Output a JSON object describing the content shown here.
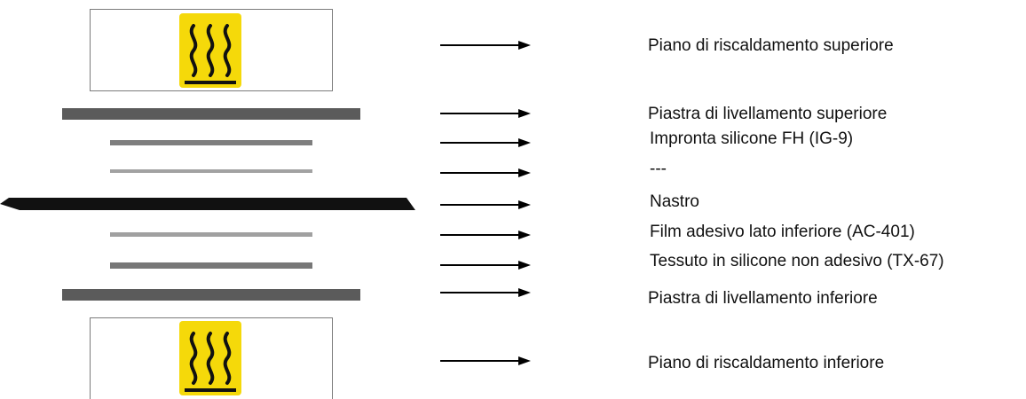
{
  "diagram": {
    "icon_color": "#f5d90a",
    "layers": [
      {
        "id": "heater-top",
        "label": "Piano di riscaldamento superiore",
        "icon": "hot-surface-icon"
      },
      {
        "id": "plate-top",
        "label": "Piastra di livellamento superiore"
      },
      {
        "id": "impression",
        "label": "Impronta silicone FH (IG-9)"
      },
      {
        "id": "dashes",
        "label": "---"
      },
      {
        "id": "tape",
        "label": "Nastro"
      },
      {
        "id": "film",
        "label": "Film adesivo lato inferiore (AC-401)"
      },
      {
        "id": "fabric",
        "label": "Tessuto in silicone non adesivo (TX-67)"
      },
      {
        "id": "plate-bottom",
        "label": "Piastra di livellamento inferiore"
      },
      {
        "id": "heater-bottom",
        "label": "Piano di riscaldamento inferiore",
        "icon": "hot-surface-icon"
      }
    ]
  }
}
